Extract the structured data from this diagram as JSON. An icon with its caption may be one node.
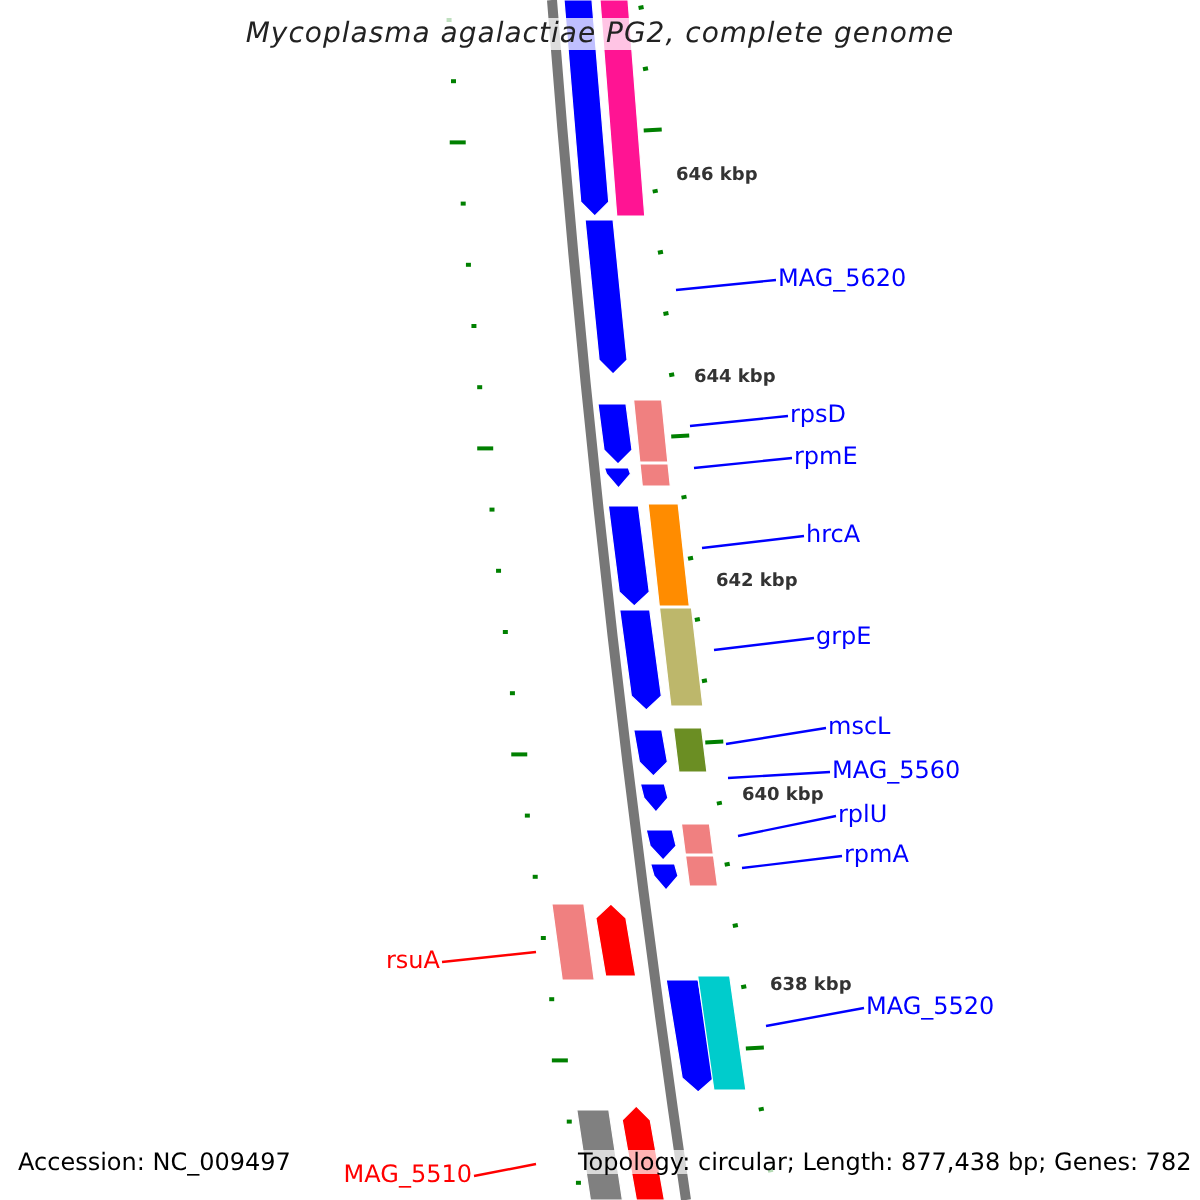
{
  "diagram": {
    "title": "Mycoplasma agalactiae PG2, complete genome",
    "nodes": [
      {
        "text": [
          "MAG_5620"
        ]
      },
      {
        "text": [
          "rpsD"
        ]
      },
      {
        "text": [
          "rpmE"
        ]
      },
      {
        "text": [
          "hrcA"
        ]
      },
      {
        "text": [
          "grpE"
        ]
      },
      {
        "text": [
          "mscL"
        ]
      },
      {
        "text": [
          "MAG_5560"
        ]
      },
      {
        "text": [
          "rplU"
        ]
      },
      {
        "text": [
          "rpmA"
        ]
      },
      {
        "text": [
          "rsuA"
        ]
      },
      {
        "text": [
          "MAG_5520"
        ]
      },
      {
        "text": [
          "MAG_5510"
        ]
      }
    ],
    "edges": [
      {
        "from": 0,
        "to": null,
        "arrow": "none"
      },
      {
        "from": 1,
        "to": null,
        "arrow": "none"
      },
      {
        "from": 2,
        "to": null,
        "arrow": "none"
      },
      {
        "from": 3,
        "to": null,
        "arrow": "none"
      },
      {
        "from": 4,
        "to": null,
        "arrow": "none"
      },
      {
        "from": 5,
        "to": null,
        "arrow": "none"
      },
      {
        "from": 6,
        "to": null,
        "arrow": "none"
      },
      {
        "from": 7,
        "to": null,
        "arrow": "none"
      },
      {
        "from": 8,
        "to": null,
        "arrow": "none"
      },
      {
        "from": 9,
        "to": null,
        "arrow": "none",
        "color": "#ff0000"
      },
      {
        "from": 10,
        "to": null,
        "arrow": "none"
      },
      {
        "from": 11,
        "to": null,
        "arrow": "none",
        "color": "#ff0000"
      }
    ],
    "labels": [
      "646 kbp",
      "644 kbp",
      "642 kbp",
      "640 kbp",
      "638 kbp",
      "Accession: NC_009497",
      "Topology: circular; Length: 877,438 bp; Genes: 782"
    ]
  }
}
